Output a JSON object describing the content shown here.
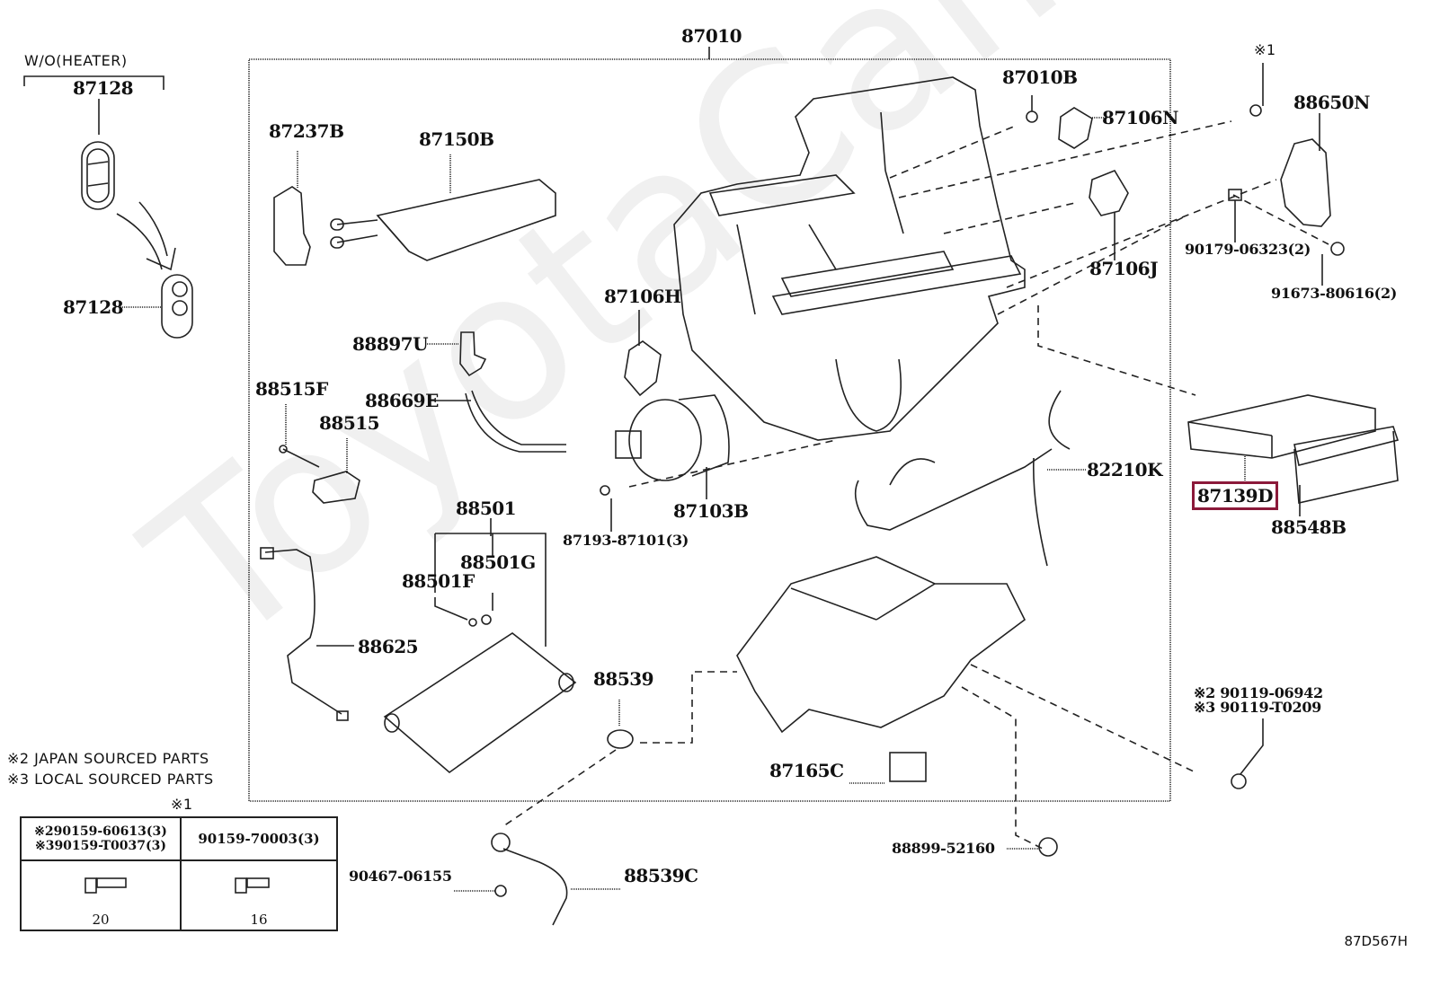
{
  "diagram": {
    "title_code": "87010",
    "diagram_id": "87D567H",
    "watermark": "ToyotaCar.ru",
    "highlight_color": "#8b1a3a",
    "group_label": "W/O(HEATER)",
    "notes": {
      "japan": "※2 JAPAN SOURCED PARTS",
      "local": "※3 LOCAL SOURCED PARTS"
    },
    "parts": {
      "p87128_top": "87128",
      "p87128_bottom": "87128",
      "p87237B": "87237B",
      "p87150B": "87150B",
      "p87010B": "87010B",
      "p87106N": "87106N",
      "p87106J": "87106J",
      "p87106H": "87106H",
      "p88650N": "88650N",
      "p90179": "90179-06323(2)",
      "p91673": "91673-80616(2)",
      "p88897U": "88897U",
      "p88669E": "88669E",
      "p88515F": "88515F",
      "p88515": "88515",
      "p87103B": "87103B",
      "p87193": "87193-87101(3)",
      "p82210K": "82210K",
      "p87139D": "87139D",
      "p88548B": "88548B",
      "p88501": "88501",
      "p88501G": "88501G",
      "p88501F": "88501F",
      "p88625": "88625",
      "p88539": "88539",
      "p88539C": "88539C",
      "p90467": "90467-06155",
      "p87165C": "87165C",
      "p88899": "88899-52160",
      "p90119a": "※2 90119-06942",
      "p90119b": "※3 90119-T0209",
      "star1_top": "※1"
    },
    "bolt_table": {
      "header_mark": "※1",
      "col1_line1": "※290159-60613(3)",
      "col1_line2": "※390159-T0037(3)",
      "col2": "90159-70003(3)",
      "col1_length": "20",
      "col2_length": "16"
    }
  }
}
